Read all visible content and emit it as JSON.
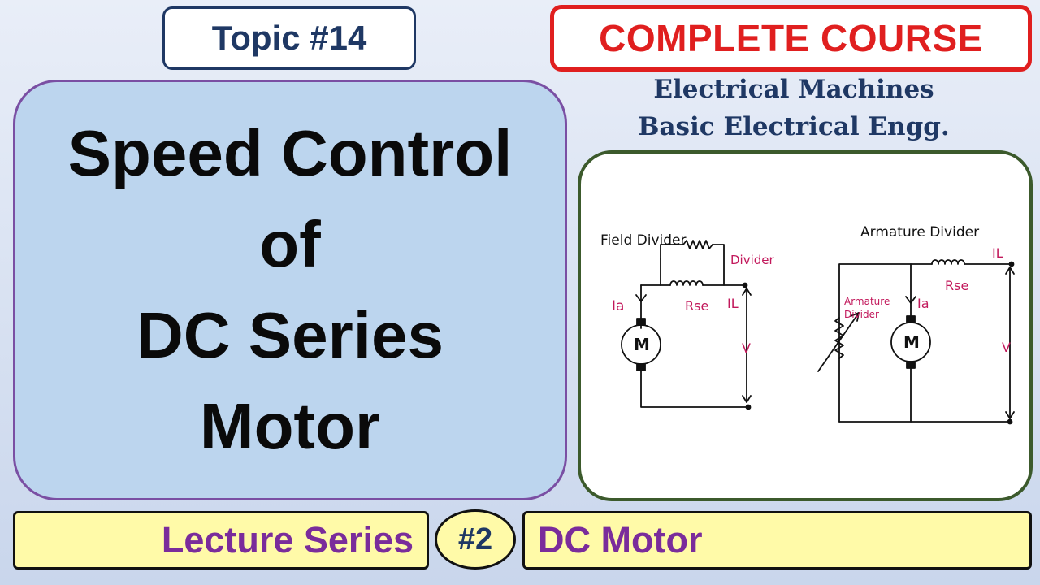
{
  "topic": "Topic #14",
  "course": {
    "badge": "COMPLETE COURSE",
    "subject_1": "Electrical Machines",
    "subject_2": "Basic Electrical Engg."
  },
  "title_lines": [
    "Speed Control",
    "of",
    "DC Series",
    "Motor"
  ],
  "diagram": {
    "field_divider": {
      "title": "Field Divider",
      "divider_label": "Divider",
      "rse_label": "Rse",
      "ia_label": "Ia",
      "il_label": "IL",
      "v_label": "V",
      "motor_label": "M"
    },
    "armature_divider": {
      "title": "Armature Divider",
      "divider_label_1": "Armature",
      "divider_label_2": "Divider",
      "rse_label": "Rse",
      "ia_label": "Ia",
      "il_label": "IL",
      "v_label": "V",
      "motor_label": "M"
    },
    "colors": {
      "ink": "#111111",
      "accent": "#c2185b"
    }
  },
  "footer": {
    "lecture": "Lecture Series",
    "number": "#2",
    "subject": "DC Motor"
  }
}
